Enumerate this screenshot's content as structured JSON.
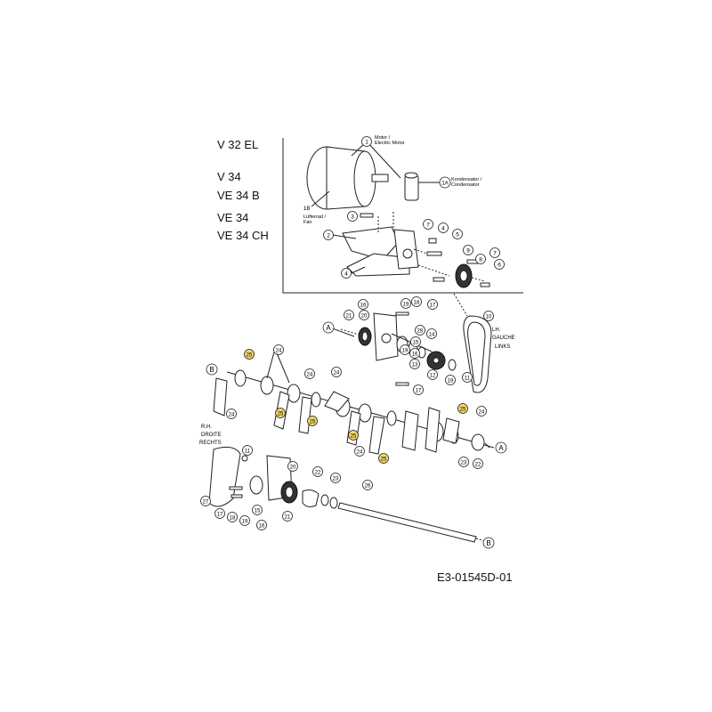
{
  "models": [
    "V 32 EL",
    "V 34",
    "VE 34 B",
    "VE 34",
    "VE 34 CH"
  ],
  "document_id": "E3-01545D-01",
  "labels": {
    "motor": [
      "Motor /",
      "Electric Motor"
    ],
    "condenser": [
      "Kondensator /",
      "Condensator"
    ],
    "fan": [
      "1B",
      "Lüfterrad /",
      "Fan"
    ],
    "lh": [
      "LH.",
      "GAUCHE",
      "LINKS"
    ],
    "rh": [
      "R.H.",
      "DROITE",
      "RECHTS"
    ]
  },
  "ref_letters": [
    "A",
    "B"
  ],
  "callouts": {
    "motor_box": [
      "1",
      "1A",
      "3",
      "2",
      "4",
      "7",
      "4",
      "5",
      "9",
      "8",
      "7",
      "6"
    ],
    "upper": [
      "19",
      "18",
      "16",
      "17",
      "21",
      "20",
      "28",
      "14",
      "15",
      "19",
      "16",
      "13",
      "12",
      "19",
      "11",
      "17",
      "10"
    ],
    "tines": [
      "25",
      "24",
      "24",
      "24",
      "24",
      "25",
      "25",
      "25",
      "24",
      "25",
      "25",
      "24",
      "22",
      "23"
    ],
    "lower": [
      "11",
      "20",
      "22",
      "23",
      "27",
      "17",
      "18",
      "19",
      "15",
      "16",
      "21",
      "26"
    ]
  },
  "highlighted": [
    "25",
    "25",
    "25",
    "25",
    "25",
    "25"
  ]
}
